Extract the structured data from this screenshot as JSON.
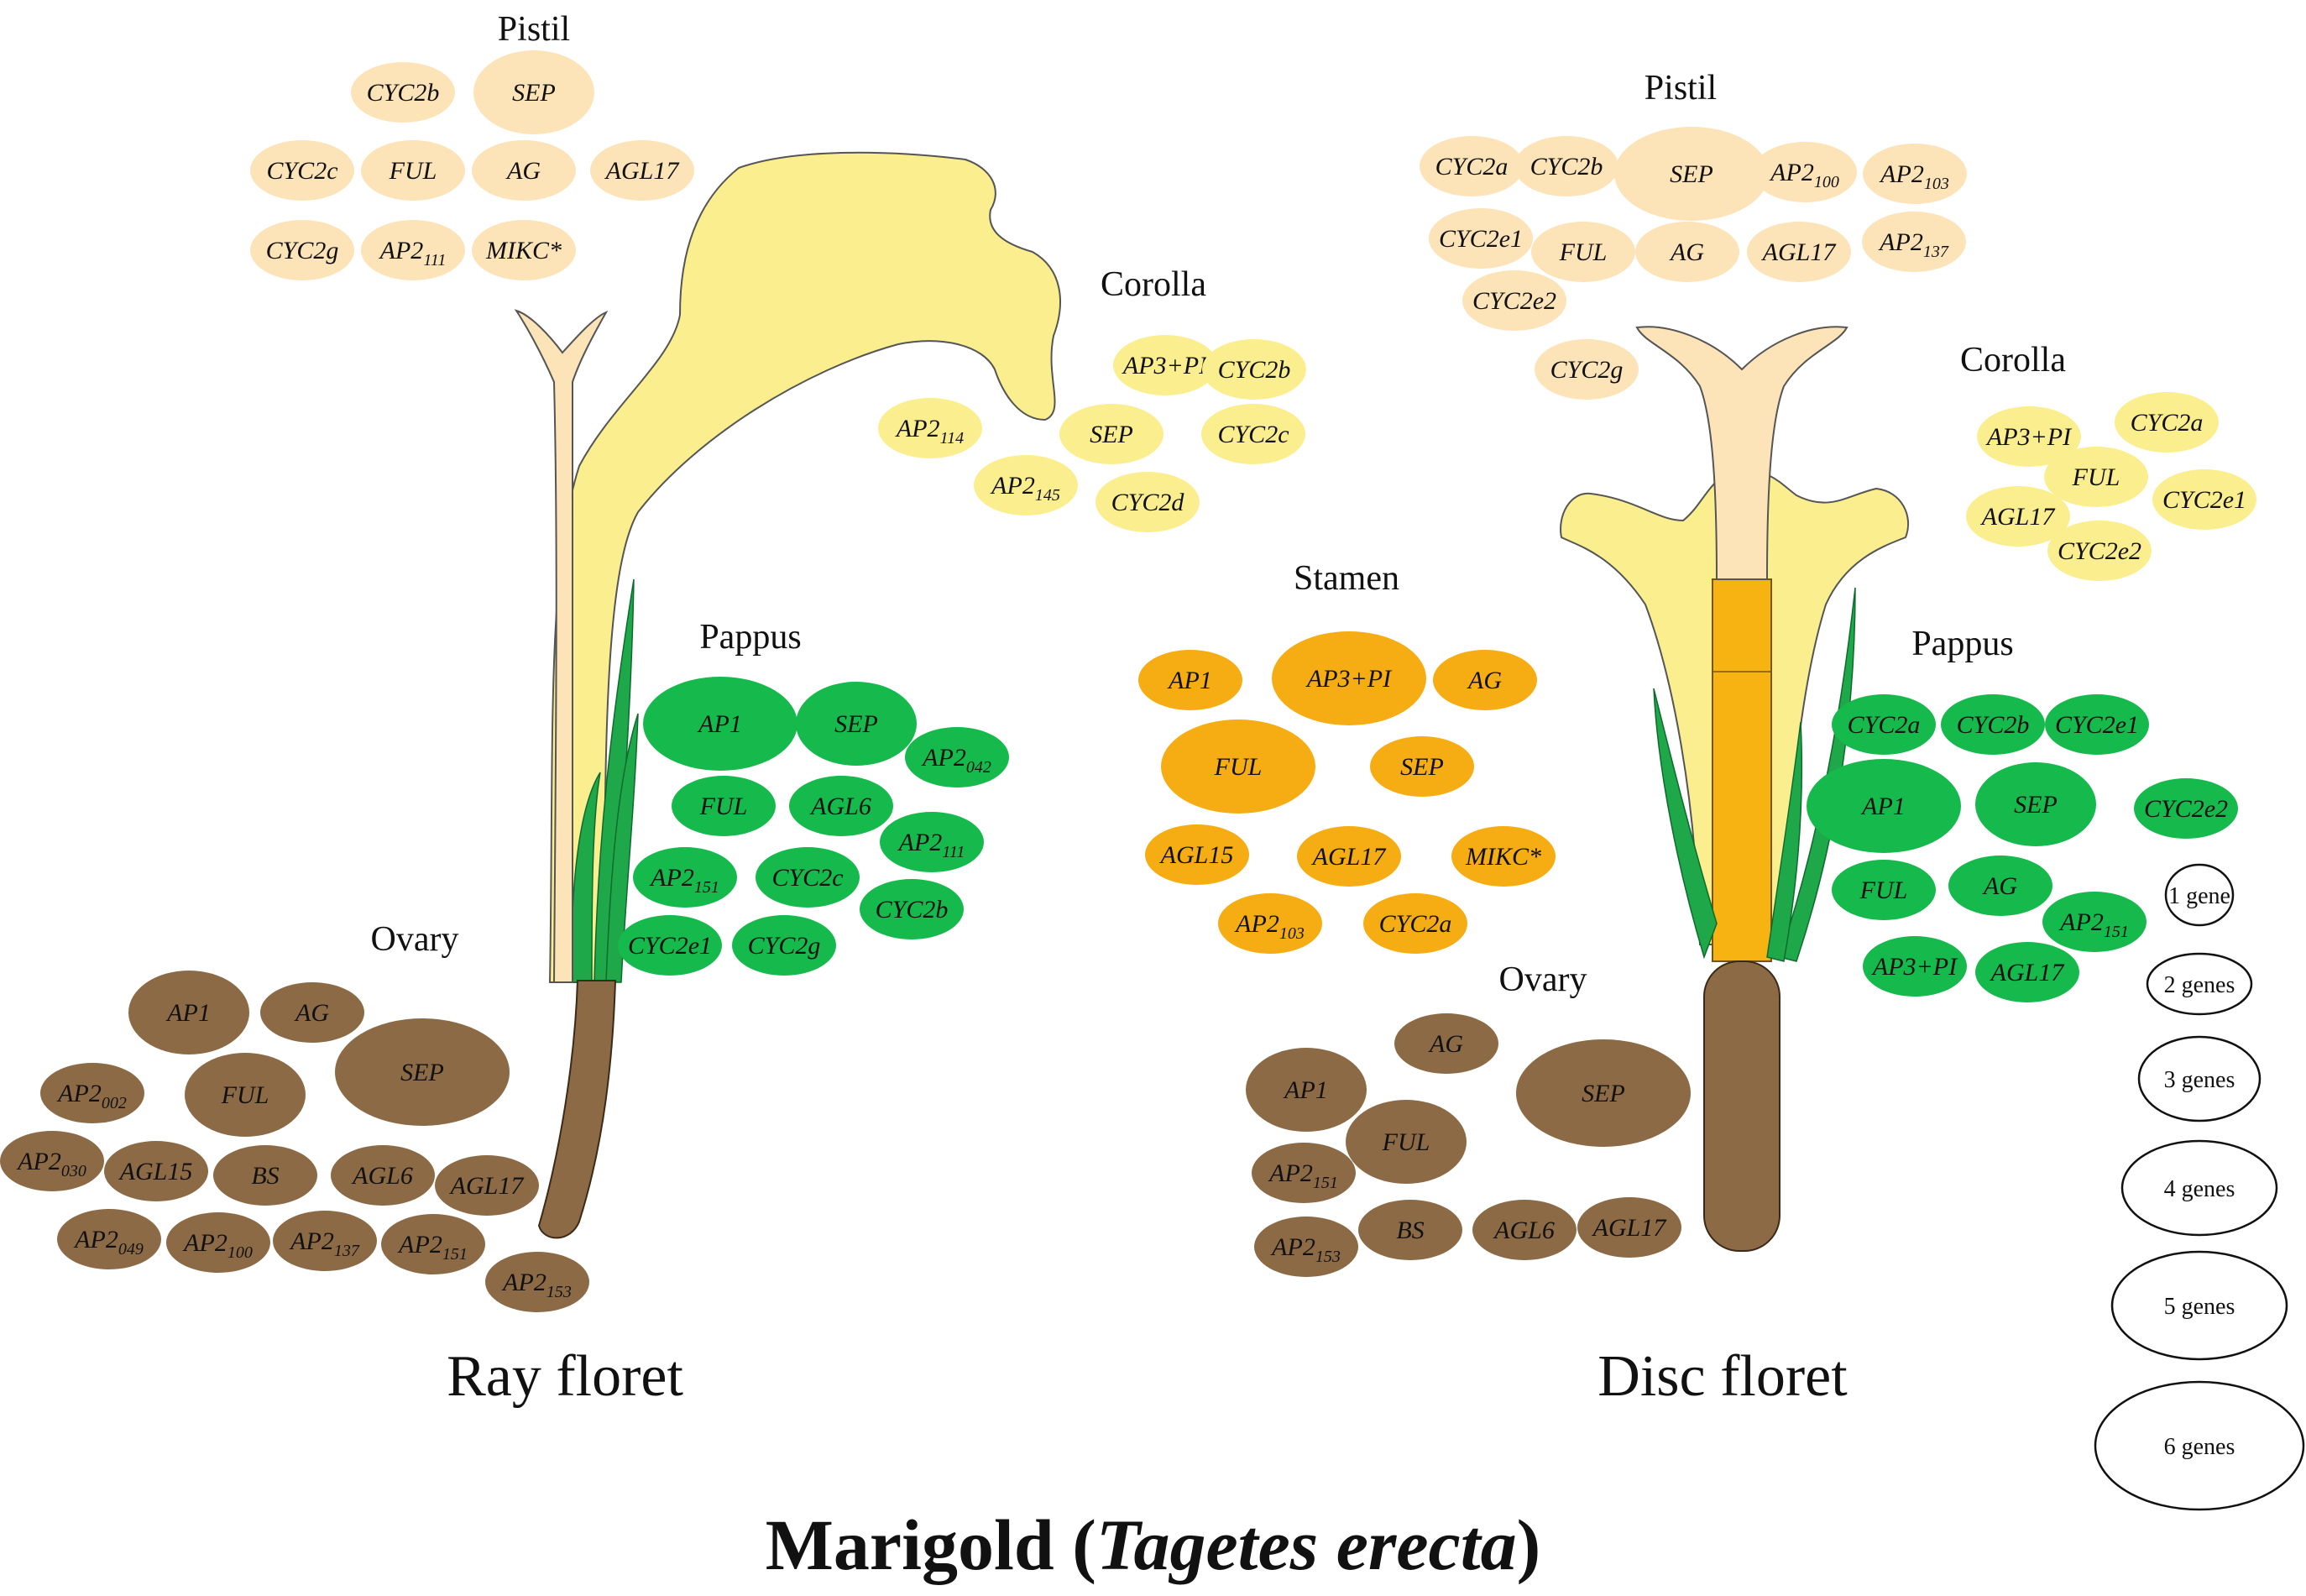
{
  "title": {
    "prefix": "Marigold (",
    "species": "Tagetes erecta",
    "suffix": ")"
  },
  "colors": {
    "pistil": "#fde3b8",
    "corolla": "#fbee8e",
    "stamen": "#f5ad13",
    "pappus": "#16b94c",
    "ovary": "#8c6a45",
    "legend": "#ffffff"
  },
  "florets": [
    {
      "label": "Ray floret",
      "organs": [
        {
          "name": "Pistil",
          "key": "pistil",
          "genes": [
            {
              "name": "CYC2b",
              "count": 2
            },
            {
              "name": "SEP",
              "count": 3
            },
            {
              "name": "CYC2c",
              "count": 2
            },
            {
              "name": "FUL",
              "count": 2
            },
            {
              "name": "AG",
              "count": 2
            },
            {
              "name": "AGL17",
              "count": 2
            },
            {
              "name": "CYC2g",
              "count": 2
            },
            {
              "name": "AP2",
              "sub": "111",
              "count": 2
            },
            {
              "name": "MIKC*",
              "count": 2
            }
          ]
        },
        {
          "name": "Corolla",
          "key": "corolla",
          "genes": [
            {
              "name": "AP3+PI",
              "count": 2
            },
            {
              "name": "CYC2b",
              "count": 2
            },
            {
              "name": "AP2",
              "sub": "114",
              "count": 2
            },
            {
              "name": "SEP",
              "count": 2
            },
            {
              "name": "CYC2c",
              "count": 2
            },
            {
              "name": "AP2",
              "sub": "145",
              "count": 2
            },
            {
              "name": "CYC2d",
              "count": 2
            }
          ]
        },
        {
          "name": "Pappus",
          "key": "pappus",
          "genes": [
            {
              "name": "AP1",
              "count": 4
            },
            {
              "name": "SEP",
              "count": 3
            },
            {
              "name": "AP2",
              "sub": "042",
              "count": 2
            },
            {
              "name": "FUL",
              "count": 2
            },
            {
              "name": "AGL6",
              "count": 2
            },
            {
              "name": "AP2",
              "sub": "111",
              "count": 2
            },
            {
              "name": "AP2",
              "sub": "151",
              "count": 2
            },
            {
              "name": "CYC2c",
              "count": 2
            },
            {
              "name": "CYC2b",
              "count": 2
            },
            {
              "name": "CYC2e1",
              "count": 2
            },
            {
              "name": "CYC2g",
              "count": 2
            }
          ]
        },
        {
          "name": "Ovary",
          "key": "ovary",
          "genes": [
            {
              "name": "AP1",
              "count": 3
            },
            {
              "name": "AG",
              "count": 2
            },
            {
              "name": "SEP",
              "count": 5
            },
            {
              "name": "AP2",
              "sub": "002",
              "count": 2
            },
            {
              "name": "FUL",
              "count": 3
            },
            {
              "name": "AP2",
              "sub": "030",
              "count": 2
            },
            {
              "name": "AGL15",
              "count": 2
            },
            {
              "name": "BS",
              "count": 2
            },
            {
              "name": "AGL6",
              "count": 2
            },
            {
              "name": "AGL17",
              "count": 2
            },
            {
              "name": "AP2",
              "sub": "049",
              "count": 2
            },
            {
              "name": "AP2",
              "sub": "100",
              "count": 2
            },
            {
              "name": "AP2",
              "sub": "137",
              "count": 2
            },
            {
              "name": "AP2",
              "sub": "151",
              "count": 2
            },
            {
              "name": "AP2",
              "sub": "153",
              "count": 2
            }
          ]
        }
      ]
    },
    {
      "label": "Disc floret",
      "organs": [
        {
          "name": "Pistil",
          "key": "pistil",
          "genes": [
            {
              "name": "CYC2a",
              "count": 2
            },
            {
              "name": "CYC2b",
              "count": 2
            },
            {
              "name": "SEP",
              "count": 4
            },
            {
              "name": "AP2",
              "sub": "100",
              "count": 2
            },
            {
              "name": "AP2",
              "sub": "103",
              "count": 2
            },
            {
              "name": "CYC2e1",
              "count": 2
            },
            {
              "name": "FUL",
              "count": 2
            },
            {
              "name": "AG",
              "count": 2
            },
            {
              "name": "AGL17",
              "count": 2
            },
            {
              "name": "AP2",
              "sub": "137",
              "count": 2
            },
            {
              "name": "CYC2e2",
              "count": 2
            },
            {
              "name": "CYC2g",
              "count": 2
            }
          ]
        },
        {
          "name": "Corolla",
          "key": "corolla",
          "genes": [
            {
              "name": "AP3+PI",
              "count": 2
            },
            {
              "name": "CYC2a",
              "count": 2
            },
            {
              "name": "FUL",
              "count": 2
            },
            {
              "name": "AGL17",
              "count": 2
            },
            {
              "name": "CYC2e1",
              "count": 2
            },
            {
              "name": "CYC2e2",
              "count": 2
            }
          ]
        },
        {
          "name": "Stamen",
          "key": "stamen",
          "genes": [
            {
              "name": "AP1",
              "count": 2
            },
            {
              "name": "AP3+PI",
              "count": 4
            },
            {
              "name": "AG",
              "count": 2
            },
            {
              "name": "FUL",
              "count": 4
            },
            {
              "name": "SEP",
              "count": 2
            },
            {
              "name": "AGL15",
              "count": 2
            },
            {
              "name": "AGL17",
              "count": 2
            },
            {
              "name": "MIKC*",
              "count": 2
            },
            {
              "name": "AP2",
              "sub": "103",
              "count": 2
            },
            {
              "name": "CYC2a",
              "count": 2
            }
          ]
        },
        {
          "name": "Pappus",
          "key": "pappus",
          "genes": [
            {
              "name": "CYC2a",
              "count": 2
            },
            {
              "name": "CYC2b",
              "count": 2
            },
            {
              "name": "CYC2e1",
              "count": 2
            },
            {
              "name": "AP1",
              "count": 4
            },
            {
              "name": "SEP",
              "count": 3
            },
            {
              "name": "CYC2e2",
              "count": 2
            },
            {
              "name": "FUL",
              "count": 2
            },
            {
              "name": "AG",
              "count": 2
            },
            {
              "name": "AP2",
              "sub": "151",
              "count": 2
            },
            {
              "name": "AP3+PI",
              "count": 2
            },
            {
              "name": "AGL17",
              "count": 2
            }
          ]
        },
        {
          "name": "Ovary",
          "key": "ovary",
          "genes": [
            {
              "name": "AG",
              "count": 2
            },
            {
              "name": "SEP",
              "count": 5
            },
            {
              "name": "AP1",
              "count": 3
            },
            {
              "name": "FUL",
              "count": 3
            },
            {
              "name": "AP2",
              "sub": "151",
              "count": 2
            },
            {
              "name": "BS",
              "count": 2
            },
            {
              "name": "AGL6",
              "count": 2
            },
            {
              "name": "AGL17",
              "count": 2
            },
            {
              "name": "AP2",
              "sub": "153",
              "count": 2
            }
          ]
        }
      ]
    }
  ],
  "legend": [
    {
      "label": "1 gene",
      "count": 1
    },
    {
      "label": "2 genes",
      "count": 2
    },
    {
      "label": "3 genes",
      "count": 3
    },
    {
      "label": "4 genes",
      "count": 4
    },
    {
      "label": "5 genes",
      "count": 5
    },
    {
      "label": "6 genes",
      "count": 6
    }
  ]
}
